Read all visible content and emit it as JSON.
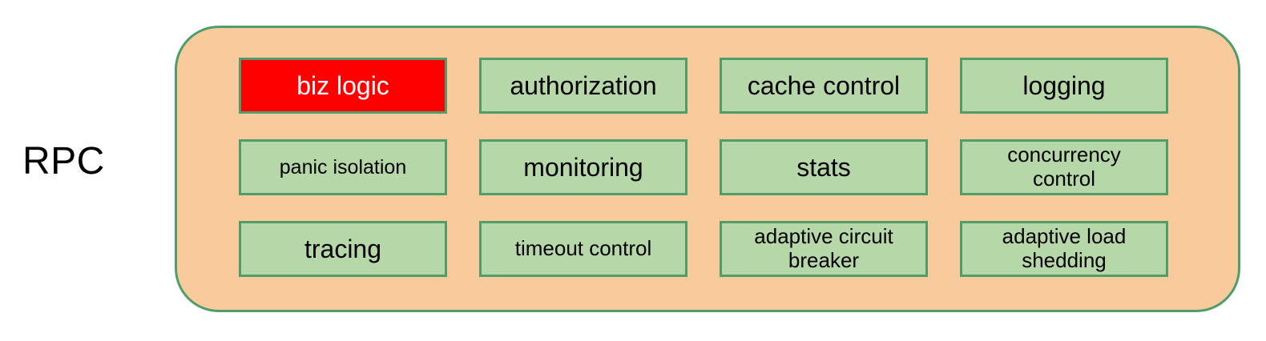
{
  "title": "RPC",
  "colors": {
    "background": "#FFFFFF",
    "panel_fill": "#F9CB9C",
    "panel_border": "#4E9D6B",
    "box_fill": "#B6D7A8",
    "box_border": "#4E9D6B",
    "highlight_fill": "#FF0000",
    "highlight_text": "#FFFFFF",
    "text": "#000000"
  },
  "boxes": [
    {
      "label": "biz logic",
      "highlighted": true
    },
    {
      "label": "authorization",
      "highlighted": false
    },
    {
      "label": "cache control",
      "highlighted": false
    },
    {
      "label": "logging",
      "highlighted": false
    },
    {
      "label": "panic isolation",
      "highlighted": false
    },
    {
      "label": "monitoring",
      "highlighted": false
    },
    {
      "label": "stats",
      "highlighted": false
    },
    {
      "label": "concurrency\ncontrol",
      "highlighted": false
    },
    {
      "label": "tracing",
      "highlighted": false
    },
    {
      "label": "timeout control",
      "highlighted": false
    },
    {
      "label": "adaptive circuit\nbreaker",
      "highlighted": false
    },
    {
      "label": "adaptive load\nshedding",
      "highlighted": false
    }
  ]
}
